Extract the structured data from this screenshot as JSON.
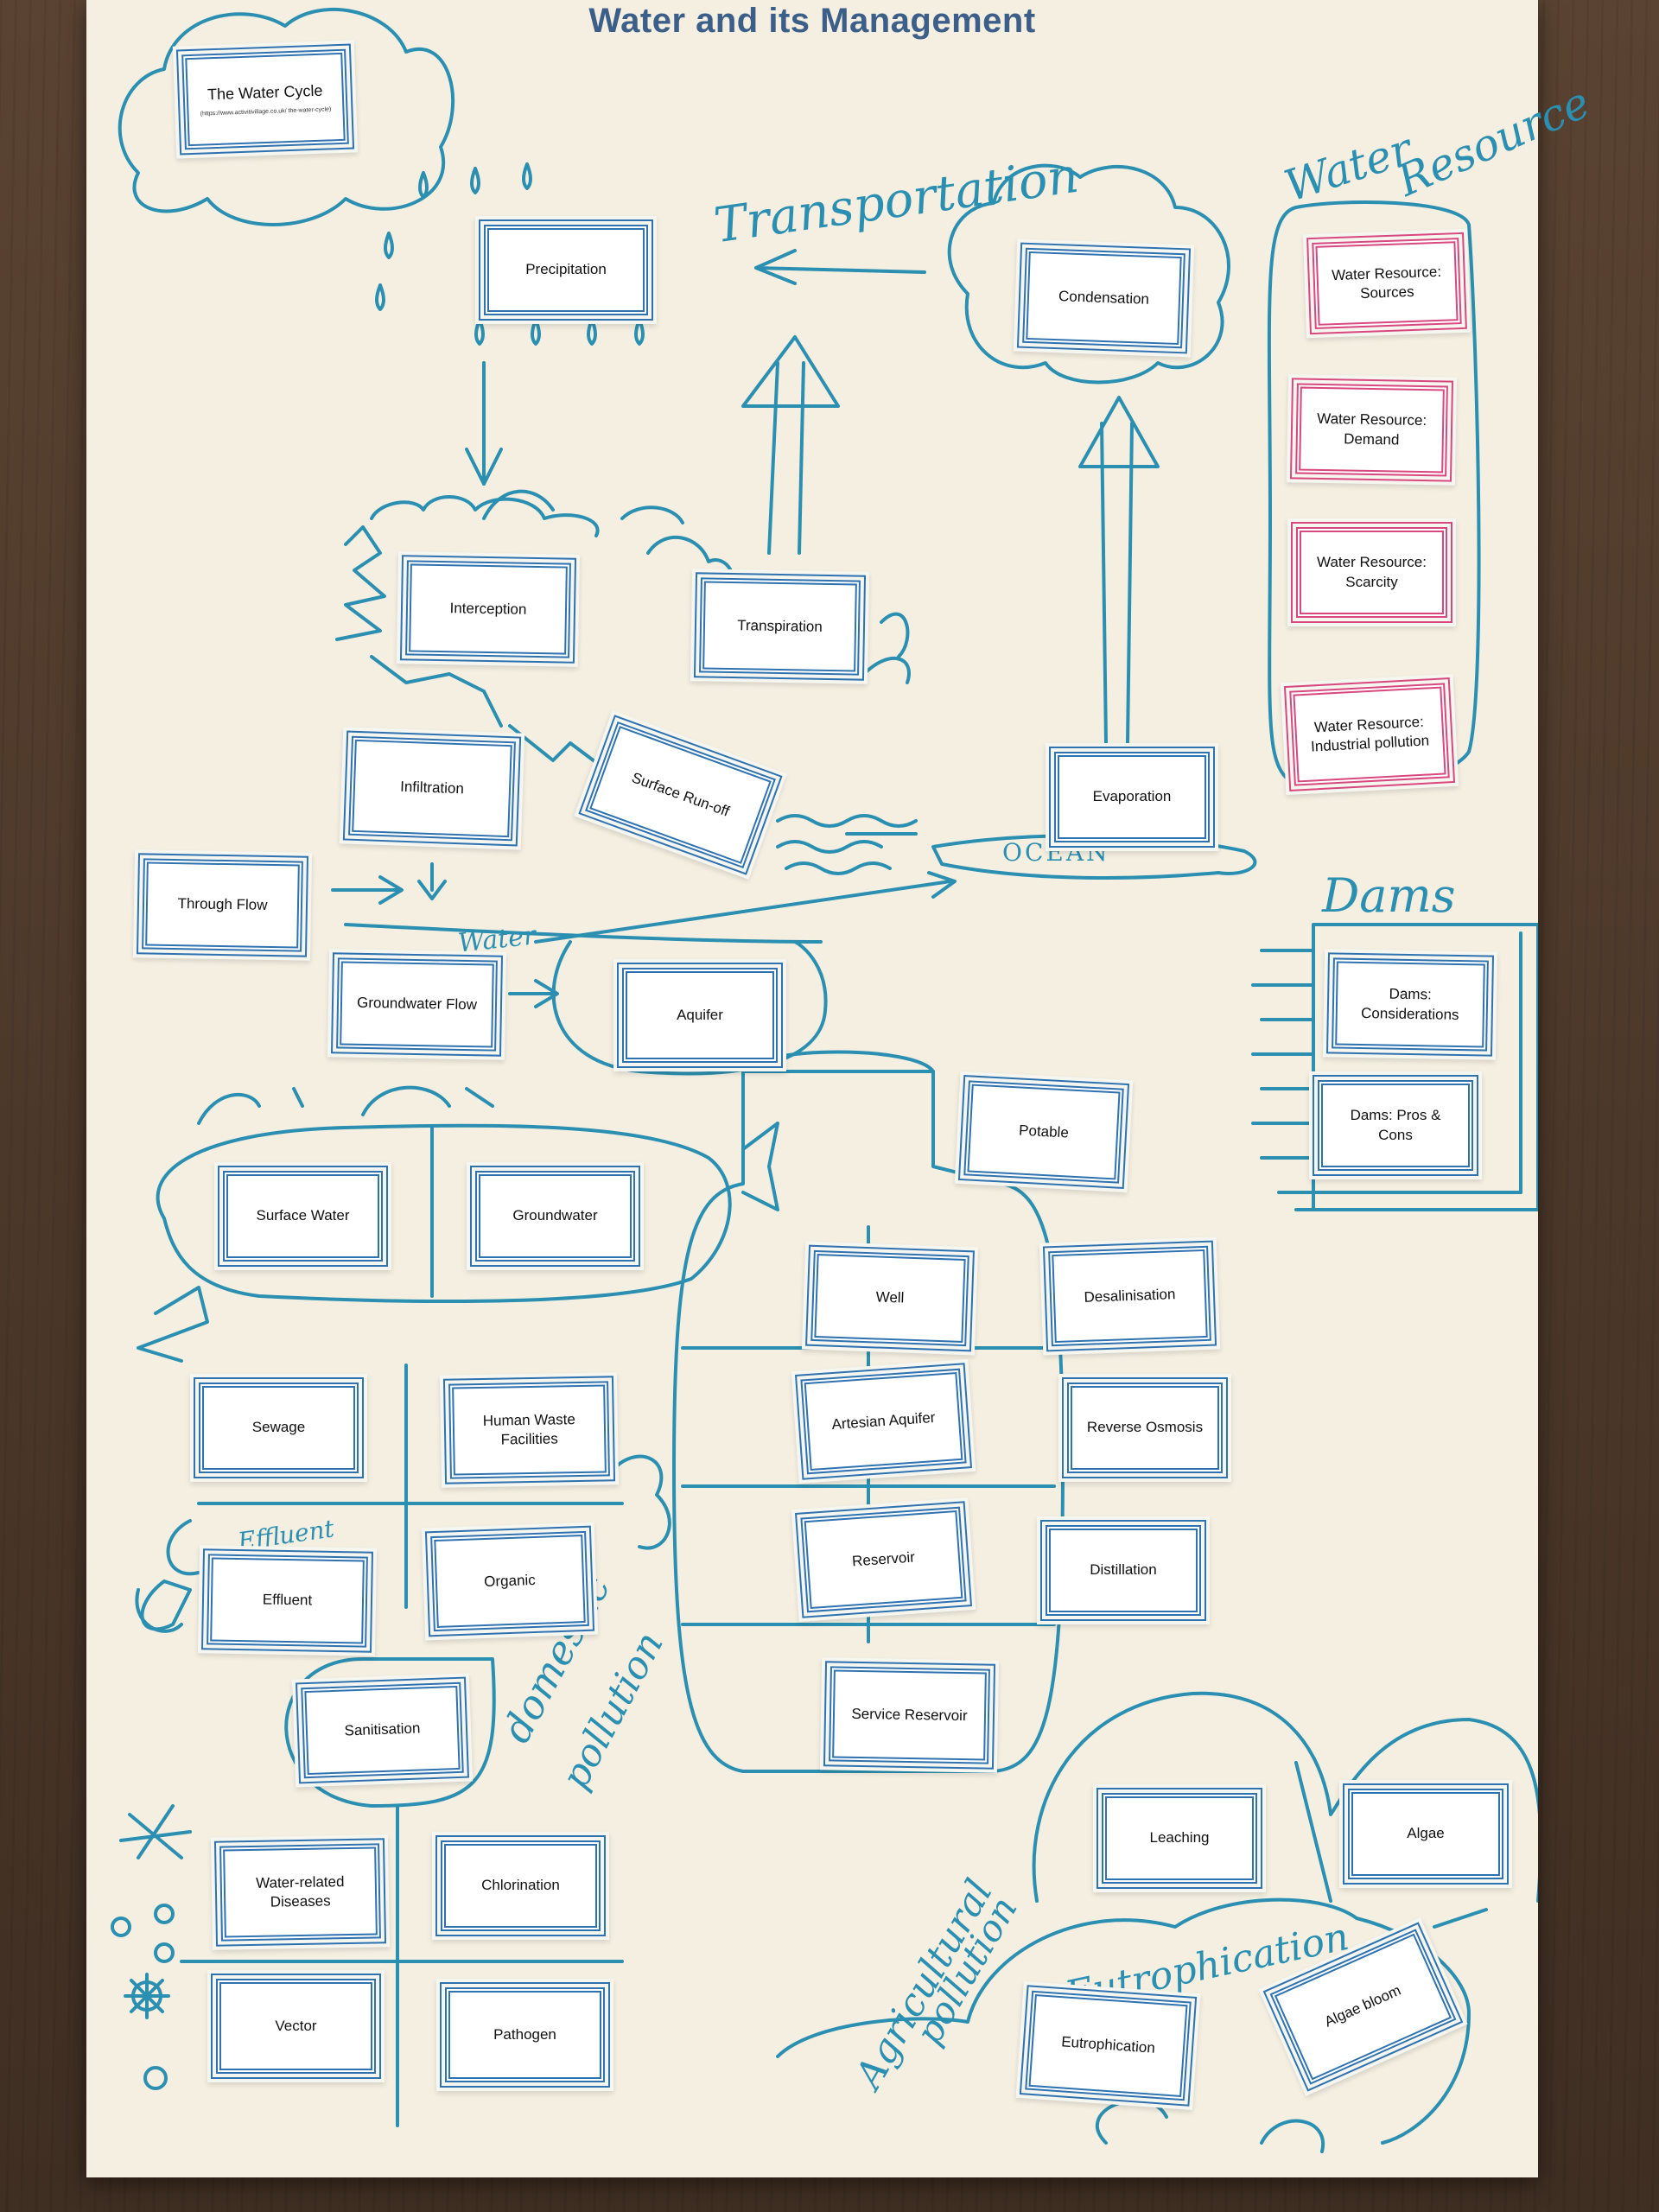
{
  "poster": {
    "title": "Water and its Management"
  },
  "handwriting": {
    "transportation": "Transportation",
    "water_resource_1": "Water",
    "water_resource_2": "Resource",
    "dams": "Dams",
    "ocean": "OCEAN",
    "domestic_1": "domestic",
    "domestic_2": "pollution",
    "agricultural_1": "Agricultural",
    "agricultural_2": "pollution",
    "effluent": "Effluent",
    "eutrophication": "Eutrophication",
    "water": "Water"
  },
  "cards": {
    "water_cycle": {
      "label": "The Water Cycle",
      "sub": "(https://www.activitivillage.co.uk/ the-water-cycle)"
    },
    "precipitation": "Precipitation",
    "condensation": "Condensation",
    "interception": "Interception",
    "transpiration": "Transpiration",
    "infiltration": "Infiltration",
    "surface_runoff": "Surface Run-off",
    "evaporation": "Evaporation",
    "through_flow": "Through Flow",
    "groundwater_flow": "Groundwater Flow",
    "aquifer": "Aquifer",
    "surface_water": "Surface Water",
    "groundwater": "Groundwater",
    "potable": "Potable",
    "well": "Well",
    "desalinisation": "Desalinisation",
    "artesian_aquifer": "Artesian Aquifer",
    "reverse_osmosis": "Reverse Osmosis",
    "reservoir": "Reservoir",
    "distillation": "Distillation",
    "service_reservoir": "Service Reservoir",
    "sewage": "Sewage",
    "human_waste": "Human Waste Facilities",
    "effluent": "Effluent",
    "organic": "Organic",
    "sanitisation": "Sanitisation",
    "water_related_diseases": "Water-related Diseases",
    "chlorination": "Chlorination",
    "vector": "Vector",
    "pathogen": "Pathogen",
    "leaching": "Leaching",
    "algae": "Algae",
    "eutrophication": "Eutrophication",
    "algae_bloom": "Algae bloom",
    "wr_sources": "Water Resource: Sources",
    "wr_demand": "Water Resource: Demand",
    "wr_scarcity": "Water Resource: Scarcity",
    "wr_industrial": "Water Resource: Industrial pollution",
    "dams_considerations": "Dams: Considerations",
    "dams_pros_cons": "Dams: Pros & Cons"
  },
  "colors": {
    "ink": "#2b8fb1",
    "card_border": "#2f72b0",
    "card_border_pink": "#d8477d"
  }
}
